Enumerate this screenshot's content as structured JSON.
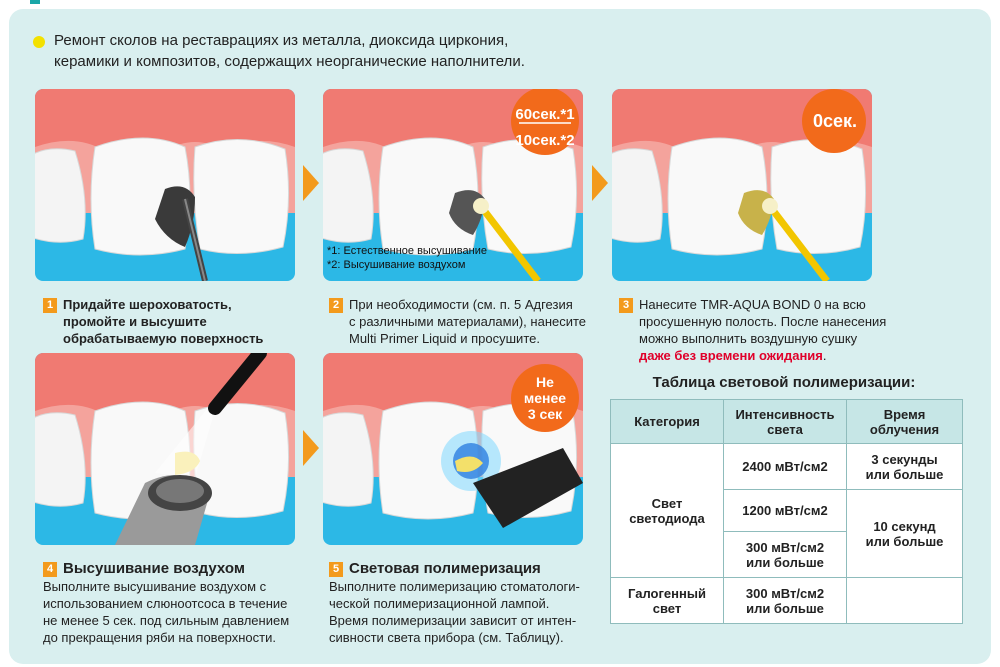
{
  "intro": {
    "line1": "Ремонт сколов на реставрациях из металла, диоксида циркония,",
    "line2": "керамики и композитов, содержащих неорганические наполнители."
  },
  "images": {
    "img2": {
      "badge_top": "60сек.*1",
      "badge_bottom": "10сек.*2",
      "note1": "*1: Естественное высушивание",
      "note2": "*2: Высушивание воздухом"
    },
    "img3": {
      "badge": "0сек."
    },
    "img5": {
      "badge_l1": "Не",
      "badge_l2": "менее",
      "badge_l3": "3 сек"
    }
  },
  "steps": [
    {
      "num": "1",
      "l1": "Придайте шероховатость,",
      "l2": "промойте и высушите",
      "l3": "обрабатываемую поверхность"
    },
    {
      "num": "2",
      "l1": "При необходимости (см. п. 5 Адгезия",
      "l2": "с различными материалами), нанесите",
      "l3": "Multi Primer Liquid и просушите."
    },
    {
      "num": "3",
      "l1": "Нанесите TMR-AQUA BOND 0 на всю",
      "l2": "просушенную полость. После нанесения",
      "l3": "можно выполнить воздушную сушку",
      "l4": "даже без времени ожидания",
      "l4_end": "."
    },
    {
      "num": "4",
      "title": "Высушивание воздухом",
      "l1": "Выполните высушивание воздухом  с",
      "l2": "использованием слюноотсоса в течение",
      "l3": "не менее 5 сек. под сильным давлением",
      "l4": "до прекращения ряби на поверхности."
    },
    {
      "num": "5",
      "title": "Световая полимеризация",
      "l1": "Выполните полимеризацию стоматологи-",
      "l2": "ческой полимеризационной лампой.",
      "l3": "Время полимеризации зависит от интен-",
      "l4": "сивности света прибора (см. Таблицу)."
    }
  ],
  "table": {
    "title": "Таблица световой полимеризации:",
    "headers": {
      "cat": "Категория",
      "int_l1": "Интенсивность",
      "int_l2": "света",
      "time_l1": "Время",
      "time_l2": "облучения"
    },
    "led_l1": "Свет",
    "led_l2": "светодиода",
    "r1_int": "2400 мВт/см2",
    "r1_time_l1": "3 секунды",
    "r1_time_l2": "или больше",
    "r2_int": "1200 мВт/см2",
    "r3_int_l1": "300 мВт/см2",
    "r3_int_l2": "или больше",
    "r23_time_l1": "10 секунд",
    "r23_time_l2": "или больше",
    "hal_l1": "Галогенный",
    "hal_l2": "свет",
    "r4_int_l1": "300 мВт/см2",
    "r4_int_l2": "или больше"
  },
  "colors": {
    "accent": "#f39a1c",
    "badge": "#f26a1b",
    "panel": "#d9efef",
    "gum": "#f07a72",
    "sky": "#2cb8e6",
    "highlight": "#e0002a"
  }
}
